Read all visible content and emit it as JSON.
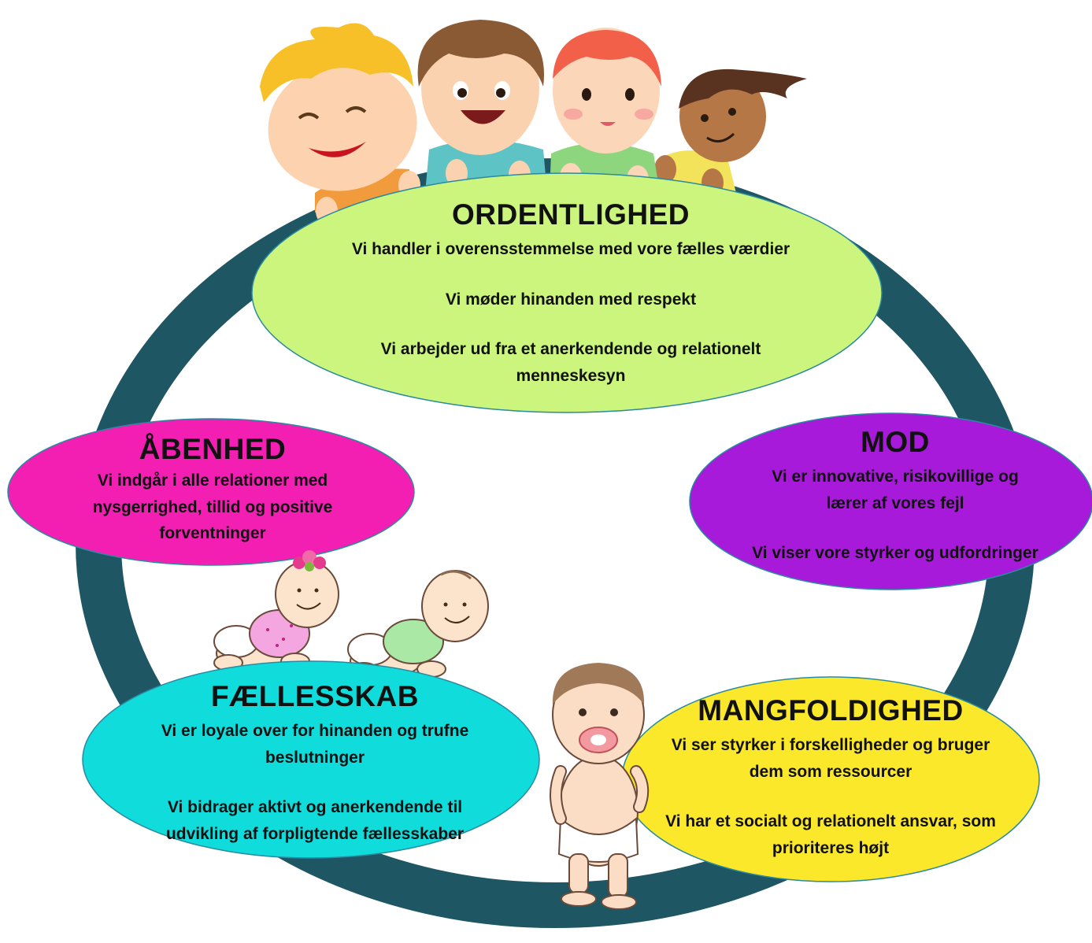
{
  "diagram": {
    "colors": {
      "ring": "#1e5663",
      "ordentlighed": "#ccf57d",
      "abenhed": "#f31fb3",
      "mod": "#a81ad9",
      "faellesskab": "#10dcdc",
      "mangfoldighed": "#fbe82b"
    },
    "illustrations": [
      "four-children-illustration",
      "two-crawling-babies-illustration",
      "standing-baby-illustration"
    ],
    "values": {
      "ordentlighed": {
        "title": "ORDENTLIGHED",
        "line1": "Vi handler i overensstemmelse med vore fælles værdier",
        "line2": "Vi møder hinanden med respekt",
        "line3a": "Vi arbejder ud fra et anerkendende og relationelt",
        "line3b": "menneskesyn"
      },
      "abenhed": {
        "title": "ÅBENHED",
        "line1a": "Vi indgår i alle relationer med",
        "line1b": "nysgerrighed, tillid og positive",
        "line1c": "forventninger"
      },
      "mod": {
        "title": "MOD",
        "line1a": "Vi er innovative, risikovillige og",
        "line1b": "lærer af vores fejl",
        "line2": "Vi viser vore styrker og udfordringer"
      },
      "faellesskab": {
        "title": "FÆLLESSKAB",
        "line1a": "Vi er loyale over for hinanden og trufne",
        "line1b": "beslutninger",
        "line2a": "Vi bidrager aktivt og anerkendende til",
        "line2b": "udvikling af forpligtende fællesskaber"
      },
      "mangfoldighed": {
        "title": "MANGFOLDIGHED",
        "line1a": "Vi ser styrker i forskelligheder og bruger",
        "line1b": "dem som ressourcer",
        "line2a": "Vi har et socialt og relationelt ansvar, som",
        "line2b": "prioriteres højt"
      }
    }
  }
}
